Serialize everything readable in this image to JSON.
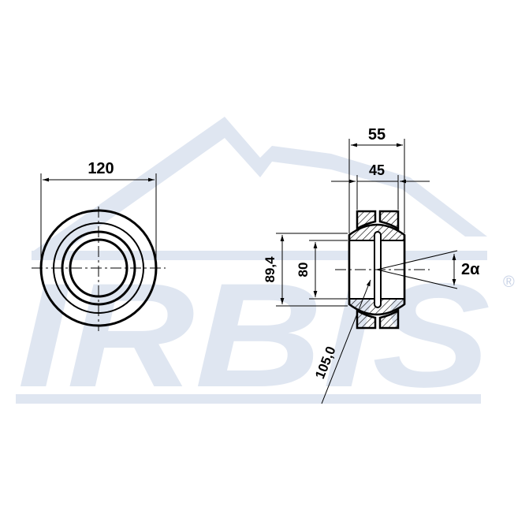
{
  "watermark": {
    "brand_text": "IRBIS",
    "registered_mark": "®",
    "color": "#dfe6f1"
  },
  "front_view": {
    "outer_diameter_label": "120"
  },
  "side_view": {
    "total_width_label": "55",
    "inner_width_label": "45",
    "ball_diameter_label": "89,4",
    "bore_diameter_label": "80",
    "outer_ring_diameter_label": "105,0",
    "tilt_angle_label": "2α"
  },
  "colors": {
    "line": "#000000",
    "background": "#ffffff"
  }
}
